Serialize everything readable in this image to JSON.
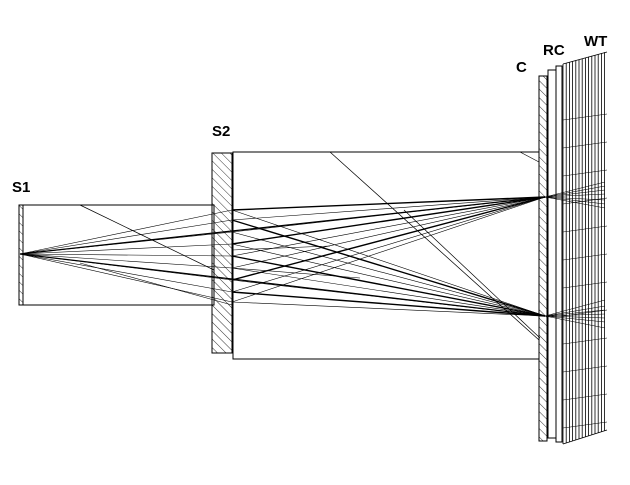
{
  "labels": {
    "s1": "S1",
    "s2": "S2",
    "c": "C",
    "rc": "RC",
    "wt": "WT"
  },
  "colors": {
    "stroke": "#000000",
    "background": "#ffffff"
  }
}
